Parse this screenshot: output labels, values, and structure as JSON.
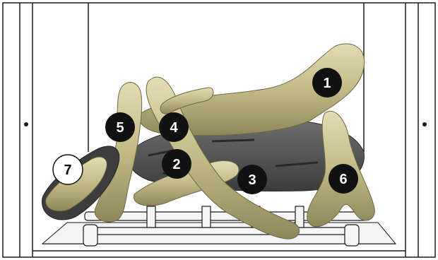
{
  "colors": {
    "frame": "#1a1a1a",
    "log_light": "#d6cfa0",
    "log_mid": "#b9b07d",
    "log_shadow": "#8c8456",
    "charcoal": "#5a5a5a",
    "charcoal_dark": "#3a3a3a",
    "marker_fill_dark": "#111111",
    "marker_fill_light": "#ffffff",
    "marker_text_dark": "#ffffff",
    "marker_text_light": "#111111"
  },
  "markers": [
    {
      "label": "1",
      "style": "dark"
    },
    {
      "label": "2",
      "style": "dark"
    },
    {
      "label": "3",
      "style": "dark"
    },
    {
      "label": "4",
      "style": "dark"
    },
    {
      "label": "5",
      "style": "dark"
    },
    {
      "label": "6",
      "style": "dark"
    },
    {
      "label": "7",
      "style": "light"
    }
  ]
}
